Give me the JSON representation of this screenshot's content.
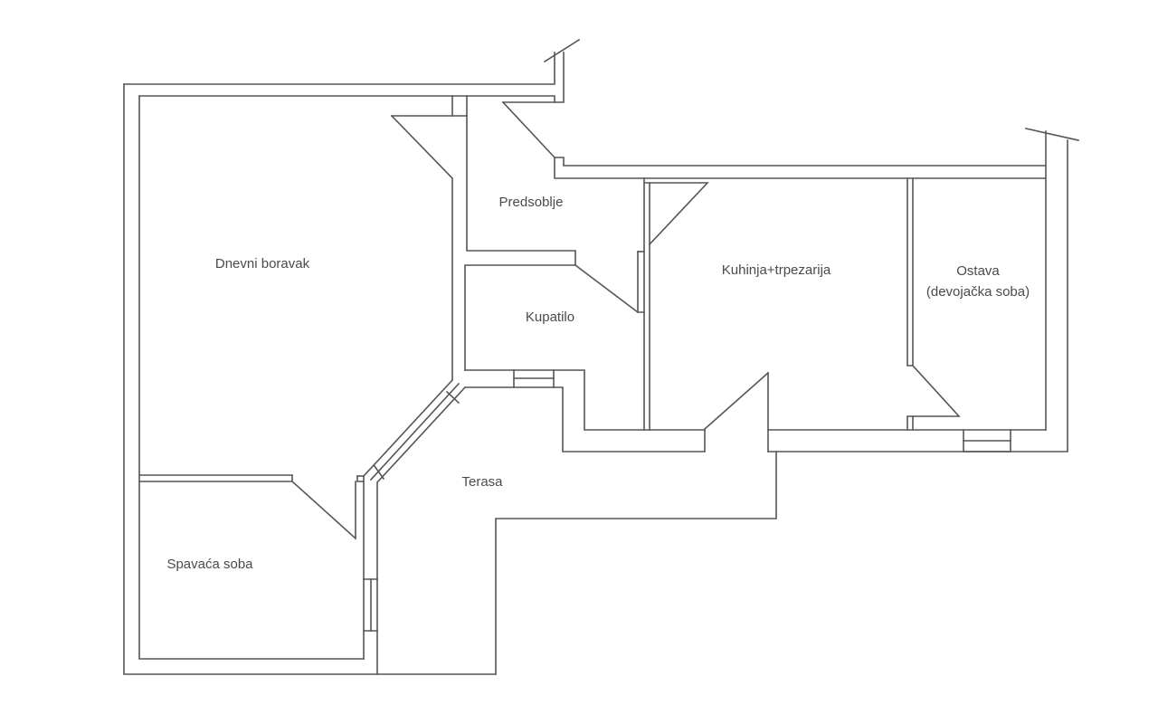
{
  "plan": {
    "rooms": {
      "living_room": "Dnevni boravak",
      "hallway": "Predsoblje",
      "bathroom": "Kupatilo",
      "kitchen": "Kuhinja+trpezarija",
      "storage": "Ostava",
      "storage_sub": "(devojačka soba)",
      "terrace": "Terasa",
      "bedroom": "Spavaća soba"
    },
    "line_color": "#555555",
    "text_color": "#4a4a4a"
  }
}
